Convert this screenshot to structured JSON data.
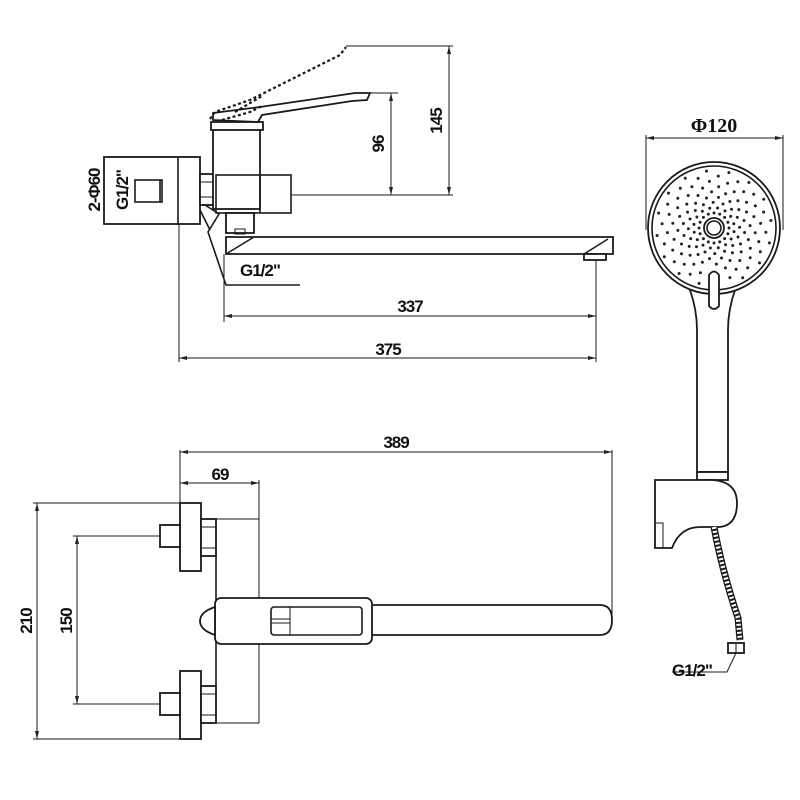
{
  "title": "Wall-mounted bath mixer with long swivel spout and hand shower — dimensional drawing",
  "colors": {
    "line": "#1a1a1a",
    "background": "#ffffff"
  },
  "side_view": {
    "dimensions": {
      "lever_height_open": "145",
      "lever_height_closed": "96",
      "inlet_spec": "2-Φ60",
      "inlet_thread": "G1/2\"",
      "outlet_thread": "G1/2\"",
      "spout_reach": "337",
      "overall_length": "375"
    }
  },
  "top_view": {
    "dimensions": {
      "total_projection": "389",
      "body_depth": "69",
      "outer_height": "210",
      "inlet_centers": "150"
    }
  },
  "hand_shower": {
    "dimensions": {
      "head_diameter": "Φ120",
      "hose_thread": "G1/2\""
    }
  }
}
